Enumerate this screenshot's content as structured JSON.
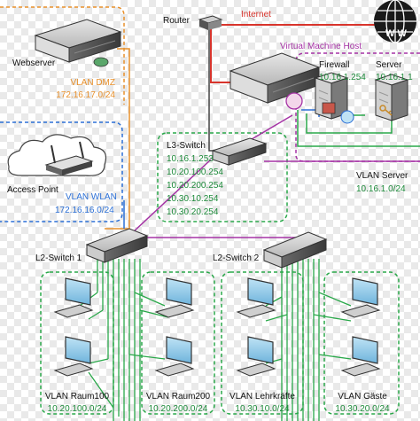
{
  "colors": {
    "dmz": "#e8902b",
    "wlan": "#2b6fd6",
    "l3_group": "#2aa84a",
    "server_vlan": "#a533a5",
    "internet": "#d8342c",
    "device_line": "#2aa84a"
  },
  "nodes": {
    "router": "Router",
    "internet": "Internet",
    "webserver": "Webserver",
    "vm_host": "Virtual Machine Host",
    "firewall": "Firewall",
    "firewall_ip": "10.16.1.254",
    "server": "Server",
    "server_ip": "10.16.1.1",
    "access_point": "Access Point",
    "l3_switch": "L3-Switch",
    "l2_switch_1": "L2-Switch 1",
    "l2_switch_2": "L2-Switch 2"
  },
  "vlans": {
    "dmz_name": "VLAN DMZ",
    "dmz_net": "172.16.17.0/24",
    "wlan_name": "VLAN WLAN",
    "wlan_net": "172.16.16.0/24",
    "server_name": "VLAN Server",
    "server_net": "10.16.1.0/24",
    "raum100_name": "VLAN Raum100",
    "raum100_net": "10.20.100.0/24",
    "raum200_name": "VLAN Raum200",
    "raum200_net": "10.20.200.0/24",
    "lehrkraefte_name": "VLAN Lehrkräfte",
    "lehrkraefte_net": "10.30.10.0/24",
    "gaeste_name": "VLAN Gäste",
    "gaeste_net": "10.30.20.0/24"
  },
  "l3_interfaces": [
    "10.16.1.253",
    "10.20.100.254",
    "10.20.200.254",
    "10.30.10.254",
    "10.30.20.254"
  ],
  "icons": [
    "server-icon",
    "router-icon",
    "globe-icon",
    "cloud-icon",
    "access-point-icon",
    "switch-icon",
    "workstation-icon",
    "firewall-icon",
    "key-icon"
  ]
}
